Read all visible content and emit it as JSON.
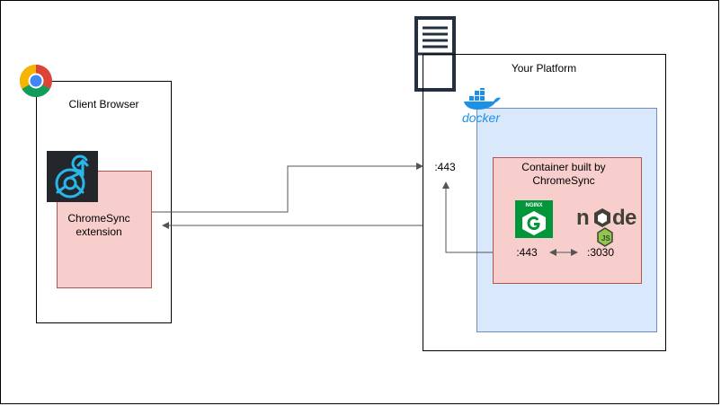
{
  "client_browser": {
    "title": "Client Browser",
    "extension_label": "ChromeSync extension"
  },
  "platform": {
    "title": "Your Platform",
    "docker_text": "docker",
    "port_external": ":443",
    "container": {
      "title": "Container built by ChromeSync",
      "nginx_text": "NGINX",
      "nginx_port": ":443",
      "node_port": ":3030"
    }
  },
  "colors": {
    "extension_fill": "#f8cecc",
    "extension_stroke": "#b85450",
    "docker_fill": "#dae8fc",
    "docker_stroke": "#6c8ebf",
    "nginx_green": "#009639",
    "docker_blue": "#1d91e6",
    "arrow_gray": "#555555"
  },
  "icons": [
    "chrome-icon",
    "chromesync-logo-icon",
    "server-icon",
    "docker-icon",
    "nginx-icon",
    "nodejs-icon"
  ]
}
